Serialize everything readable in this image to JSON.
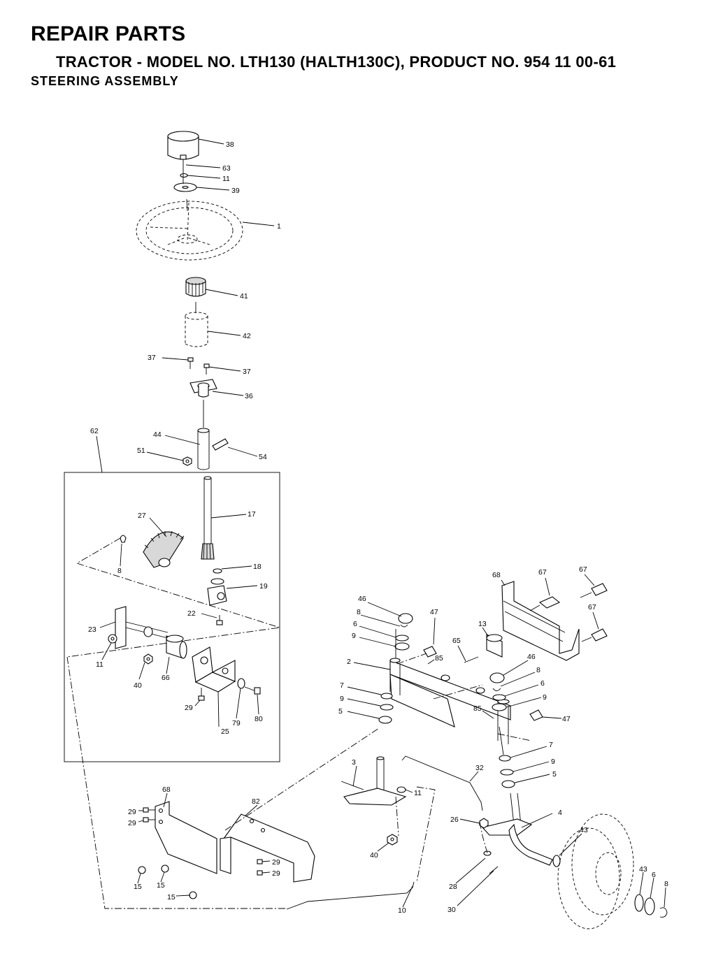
{
  "header": {
    "title": "REPAIR PARTS",
    "subtitle": "TRACTOR - MODEL NO. LTH130 (HALTH130C), PRODUCT NO. 954 11 00-61",
    "section": "STEERING ASSEMBLY"
  },
  "callouts": [
    "38",
    "63",
    "11",
    "39",
    "1",
    "41",
    "42",
    "37",
    "37",
    "36",
    "62",
    "44",
    "51",
    "54",
    "17",
    "27",
    "8",
    "18",
    "19",
    "22",
    "23",
    "11",
    "40",
    "66",
    "29",
    "79",
    "80",
    "25",
    "68",
    "67",
    "67",
    "67",
    "46",
    "8",
    "6",
    "9",
    "47",
    "13",
    "65",
    "85",
    "2",
    "46",
    "8",
    "6",
    "9",
    "85",
    "47",
    "7",
    "9",
    "5",
    "7",
    "9",
    "5",
    "3",
    "11",
    "32",
    "68",
    "29",
    "29",
    "82",
    "29",
    "29",
    "40",
    "26",
    "4",
    "43",
    "43",
    "6",
    "8",
    "15",
    "15",
    "15",
    "28",
    "30",
    "10"
  ]
}
